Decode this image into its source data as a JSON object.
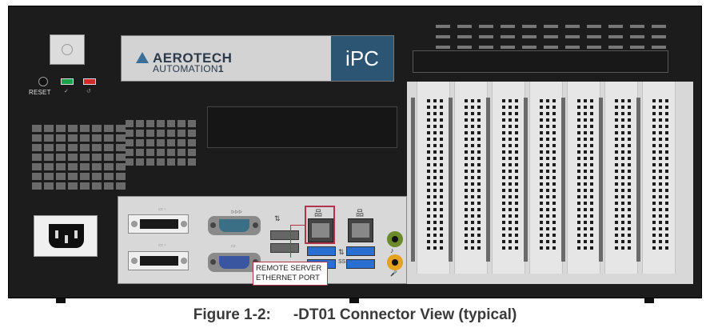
{
  "front_panel": {
    "reset_label": "RESET",
    "led_green_glyph": "✓",
    "led_red_glyph": "↺"
  },
  "logo": {
    "brand": "AEROTECH",
    "product_prefix": "AUTOMATION",
    "product_suffix": "1",
    "badge": "iPC",
    "badge_color": "#2c5574",
    "mark_icon": "aerotech-chevron-icon"
  },
  "io_panel": {
    "ethernet_glyph": "品",
    "usb_glyph": "⇅",
    "ss_label": "SS",
    "audio_out_glyph": "♪",
    "mic_glyph": "🎤"
  },
  "callout": {
    "line1": "REMOTE SERVER",
    "line2": "ETHERNET PORT",
    "color": "#b3334a"
  },
  "caption": {
    "number": "Figure 1-2:",
    "title": "-DT01 Connector View (typical)"
  }
}
